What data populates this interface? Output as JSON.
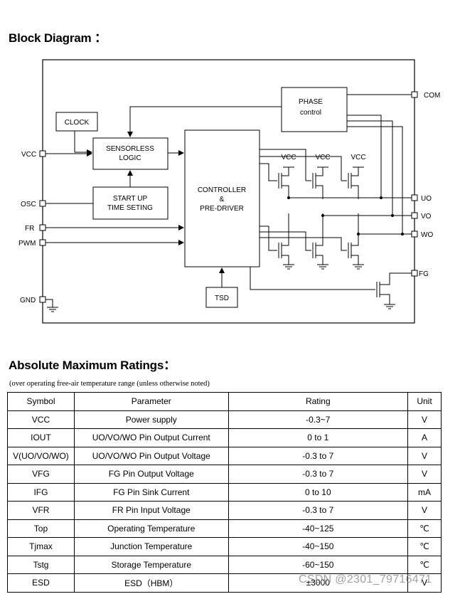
{
  "block_diagram": {
    "title": "Block Diagram ：",
    "pins": {
      "vcc": "VCC",
      "osc": "OSC",
      "fr": "FR",
      "pwm": "PWM",
      "gnd": "GND",
      "com": "COM",
      "uo": "UO",
      "vo": "VO",
      "wo": "WO",
      "fg": "FG"
    },
    "blocks": {
      "clock": "CLOCK",
      "sensorless_line1": "SENSORLESS",
      "sensorless_line2": "LOGIC",
      "startup_line1": "START UP",
      "startup_line2": "TIME SETING",
      "controller_line1": "CONTROLLER",
      "controller_line2": "&",
      "controller_line3": "PRE-DRIVER",
      "phase_line1": "PHASE",
      "phase_line2": "control",
      "tsd": "TSD"
    },
    "supply_labels": [
      "VCC",
      "VCC",
      "VCC"
    ]
  },
  "ratings": {
    "title": "Absolute Maximum Ratings：",
    "note": "(over operating free-air temperature range (unless otherwise noted)",
    "columns": [
      "Symbol",
      "Parameter",
      "Rating",
      "Unit"
    ],
    "rows": [
      [
        "VCC",
        "Power supply",
        "-0.3~7",
        "V"
      ],
      [
        "IOUT",
        "UO/VO/WO Pin Output Current",
        "0 to 1",
        "A"
      ],
      [
        "V(UO/VO/WO)",
        "UO/VO/WO Pin Output Voltage",
        "-0.3 to 7",
        "V"
      ],
      [
        "VFG",
        "FG Pin Output Voltage",
        "-0.3 to 7",
        "V"
      ],
      [
        "IFG",
        "FG Pin Sink Current",
        "0 to 10",
        "mA"
      ],
      [
        "VFR",
        "FR Pin Input Voltage",
        "-0.3 to 7",
        "V"
      ],
      [
        "Top",
        "Operating Temperature",
        "-40~125",
        "℃"
      ],
      [
        "Tjmax",
        "Junction Temperature",
        "-40~150",
        "℃"
      ],
      [
        "Tstg",
        "Storage Temperature",
        "-60~150",
        "℃"
      ],
      [
        "ESD",
        "ESD（HBM）",
        "±3000",
        "V"
      ]
    ]
  },
  "watermark": "CSDN @2301_79716471"
}
